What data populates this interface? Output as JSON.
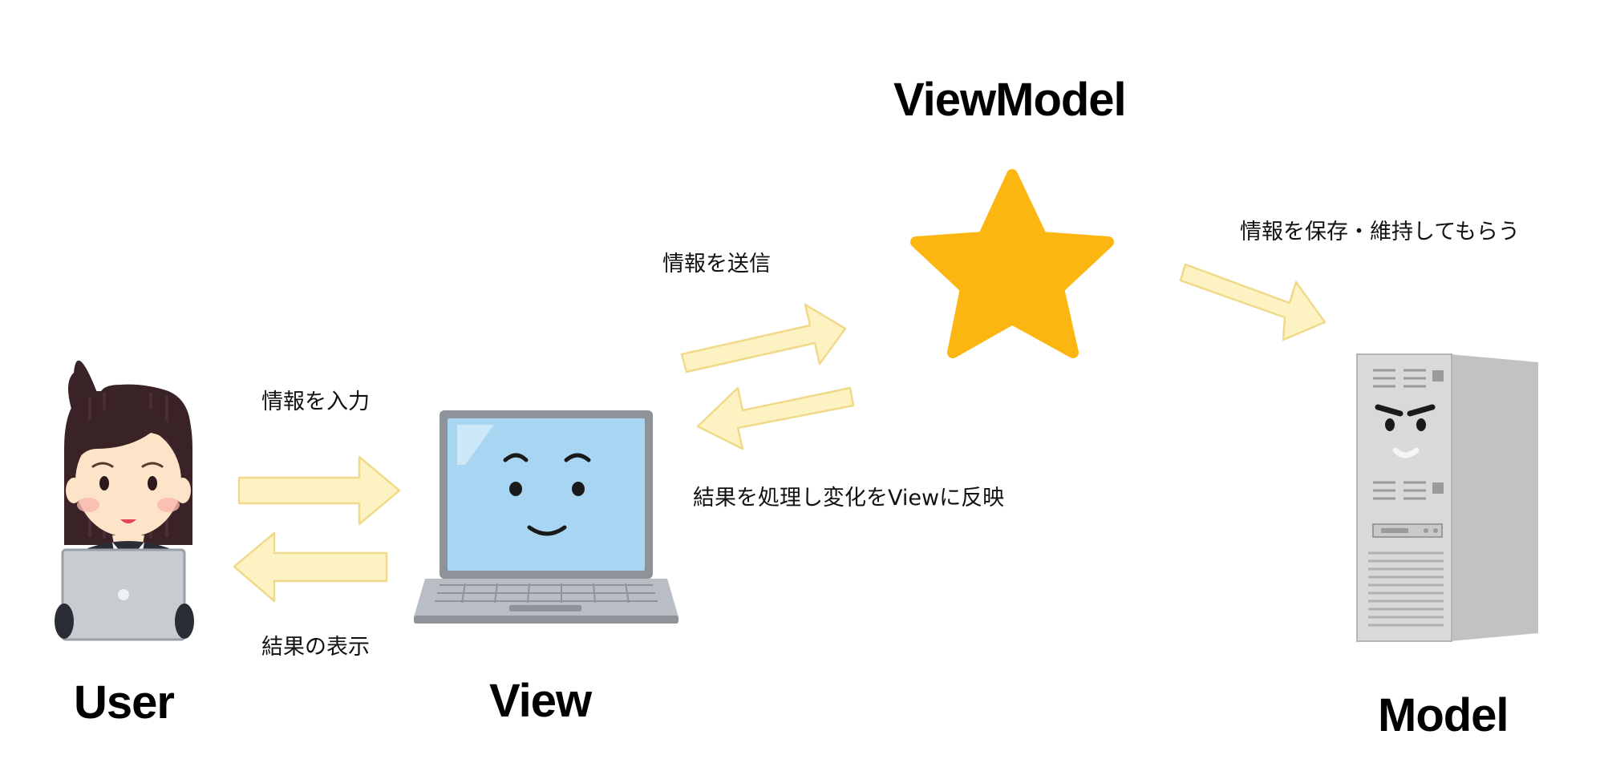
{
  "nodes": {
    "user": {
      "label": "User",
      "icon": "woman-with-laptop-icon"
    },
    "view": {
      "label": "View",
      "icon": "smiling-laptop-icon"
    },
    "viewmodel": {
      "label": "ViewModel",
      "icon": "star-icon"
    },
    "model": {
      "label": "Model",
      "icon": "server-tower-icon"
    }
  },
  "edges": {
    "user_to_view": {
      "label": "情報を入力"
    },
    "view_to_user": {
      "label": "結果の表示"
    },
    "view_to_viewmodel": {
      "label": "情報を送信"
    },
    "viewmodel_to_view": {
      "label": "結果を処理し変化をViewに反映"
    },
    "viewmodel_to_model": {
      "label": "情報を保存・維持してもらう"
    }
  },
  "colors": {
    "arrow_fill": "#fdf3c2",
    "arrow_stroke": "#f1d98a",
    "star": "#fbb611",
    "screen": "#a8d6f2",
    "laptop_frame": "#8e9399",
    "server_body": "#d9d9d9"
  }
}
